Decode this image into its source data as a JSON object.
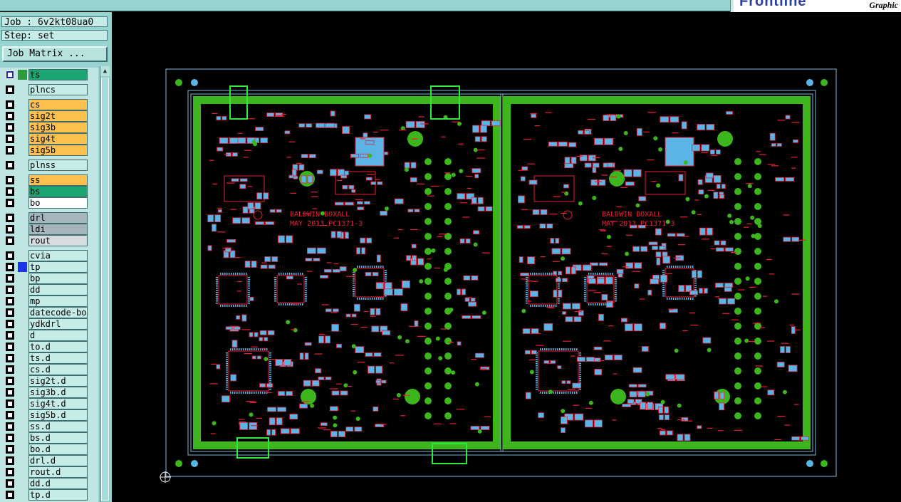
{
  "window": {
    "brand_logo": "Frontline",
    "brand_tag": "Graphic"
  },
  "job": {
    "job_label": "Job : 6v2kt08ua0",
    "step_label": "Step: set",
    "job_matrix_button": "Job Matrix ..."
  },
  "layers": [
    {
      "name": "ts",
      "color": "#1aa572",
      "swatch": "#2d9a3a",
      "selected": true,
      "group": 0
    },
    {
      "name": "plncs",
      "color": "#c6ece8",
      "swatch": "",
      "selected": false,
      "group": 1
    },
    {
      "name": "cs",
      "color": "#fec04e",
      "swatch": "",
      "selected": false,
      "group": 2
    },
    {
      "name": "sig2t",
      "color": "#fec04e",
      "swatch": "",
      "selected": false,
      "group": 2
    },
    {
      "name": "sig3b",
      "color": "#fec04e",
      "swatch": "",
      "selected": false,
      "group": 2
    },
    {
      "name": "sig4t",
      "color": "#fec04e",
      "swatch": "",
      "selected": false,
      "group": 2
    },
    {
      "name": "sig5b",
      "color": "#fec04e",
      "swatch": "",
      "selected": false,
      "group": 2
    },
    {
      "name": "plnss",
      "color": "#c6ece8",
      "swatch": "",
      "selected": false,
      "group": 3
    },
    {
      "name": "ss",
      "color": "#fec04e",
      "swatch": "",
      "selected": false,
      "group": 4
    },
    {
      "name": "bs",
      "color": "#1aa572",
      "swatch": "",
      "selected": false,
      "group": 4
    },
    {
      "name": "bo",
      "color": "#ffffff",
      "swatch": "",
      "selected": false,
      "group": 4
    },
    {
      "name": "drl",
      "color": "#a6b4bc",
      "swatch": "",
      "selected": false,
      "group": 5
    },
    {
      "name": "ldi",
      "color": "#a6b4bc",
      "swatch": "",
      "selected": false,
      "group": 5
    },
    {
      "name": "rout",
      "color": "#d6dcdf",
      "swatch": "",
      "selected": false,
      "group": 5
    },
    {
      "name": "cvia",
      "color": "#c6ece8",
      "swatch": "",
      "selected": false,
      "group": 6
    },
    {
      "name": "tp",
      "color": "#c6ece8",
      "swatch": "#1a35e8",
      "selected": false,
      "group": 6
    },
    {
      "name": "bp",
      "color": "#c6ece8",
      "swatch": "",
      "selected": false,
      "group": 6
    },
    {
      "name": "dd",
      "color": "#c6ece8",
      "swatch": "",
      "selected": false,
      "group": 6
    },
    {
      "name": "mp",
      "color": "#c6ece8",
      "swatch": "",
      "selected": false,
      "group": 6
    },
    {
      "name": "datecode-bo",
      "color": "#c6ece8",
      "swatch": "",
      "selected": false,
      "group": 6
    },
    {
      "name": "ydkdrl",
      "color": "#c6ece8",
      "swatch": "",
      "selected": false,
      "group": 6
    },
    {
      "name": "d",
      "color": "#c6ece8",
      "swatch": "",
      "selected": false,
      "group": 6
    },
    {
      "name": "to.d",
      "color": "#c6ece8",
      "swatch": "",
      "selected": false,
      "group": 6
    },
    {
      "name": "ts.d",
      "color": "#c6ece8",
      "swatch": "",
      "selected": false,
      "group": 6
    },
    {
      "name": "cs.d",
      "color": "#c6ece8",
      "swatch": "",
      "selected": false,
      "group": 6
    },
    {
      "name": "sig2t.d",
      "color": "#c6ece8",
      "swatch": "",
      "selected": false,
      "group": 6
    },
    {
      "name": "sig3b.d",
      "color": "#c6ece8",
      "swatch": "",
      "selected": false,
      "group": 6
    },
    {
      "name": "sig4t.d",
      "color": "#c6ece8",
      "swatch": "",
      "selected": false,
      "group": 6
    },
    {
      "name": "sig5b.d",
      "color": "#c6ece8",
      "swatch": "",
      "selected": false,
      "group": 6
    },
    {
      "name": "ss.d",
      "color": "#c6ece8",
      "swatch": "",
      "selected": false,
      "group": 6
    },
    {
      "name": "bs.d",
      "color": "#c6ece8",
      "swatch": "",
      "selected": false,
      "group": 6
    },
    {
      "name": "bo.d",
      "color": "#c6ece8",
      "swatch": "",
      "selected": false,
      "group": 6
    },
    {
      "name": "drl.d",
      "color": "#c6ece8",
      "swatch": "",
      "selected": false,
      "group": 6
    },
    {
      "name": "rout.d",
      "color": "#c6ece8",
      "swatch": "",
      "selected": false,
      "group": 6
    },
    {
      "name": "dd.d",
      "color": "#c6ece8",
      "swatch": "",
      "selected": false,
      "group": 6
    },
    {
      "name": "tp.d",
      "color": "#c6ece8",
      "swatch": "",
      "selected": false,
      "group": 6
    }
  ],
  "board": {
    "silk_line1": "BALDWIN BOXALL",
    "silk_line2": "MAY 2013 PC1371-3",
    "colors": {
      "background": "#000000",
      "copper_frame": "#3db51c",
      "silkscreen": "#e8203a",
      "pads": "#5ab4e6",
      "profile": "#7fb6d8",
      "highlight": "#2fe83a"
    }
  },
  "icons": {
    "layer_icon": "layer-icon",
    "origin_icon": "origin-crosshair-icon",
    "scroll_up_icon": "scroll-up-arrow-icon"
  }
}
